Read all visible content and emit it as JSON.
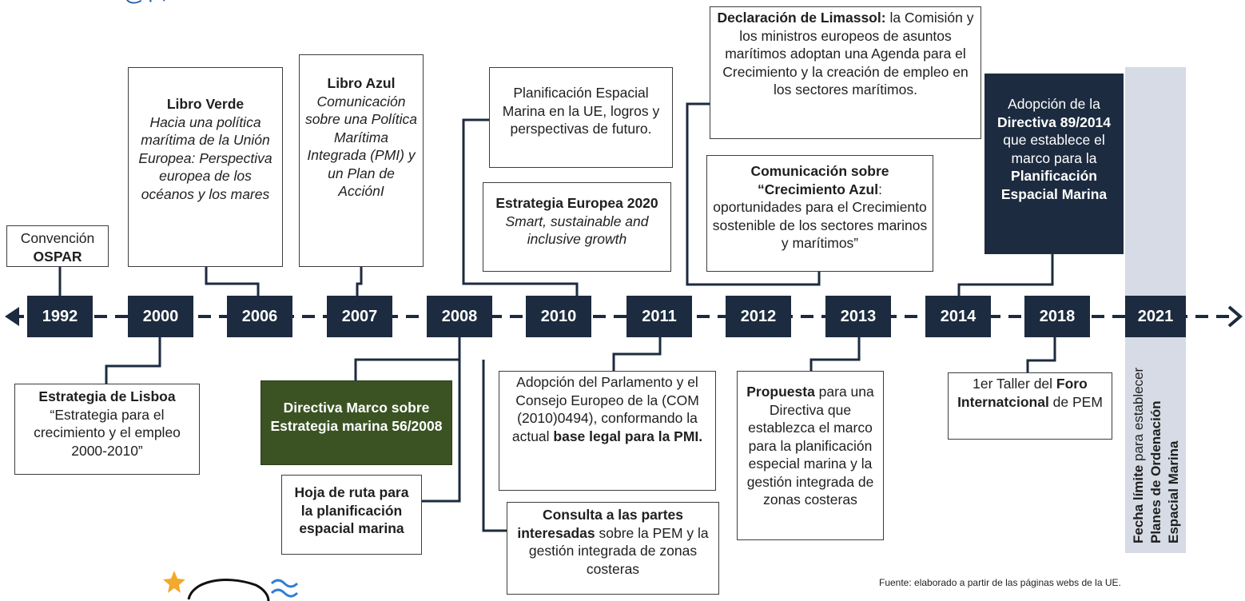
{
  "title": "en la Unión Europ",
  "years": [
    "1992",
    "2000",
    "2006",
    "2007",
    "2008",
    "2010",
    "2011",
    "2012",
    "2013",
    "2014",
    "2018",
    "2021"
  ],
  "above": {
    "ospar": {
      "line1": "Convención",
      "line2": "OSPAR"
    },
    "libro_verde": {
      "title": "Libro Verde",
      "body": "Hacia una política marítima de la Unión Europea: Perspectiva europea de los océanos y los mares"
    },
    "libro_azul": {
      "title": "Libro Azul",
      "body": "Comunicación sobre una Política Marítima Integrada (PMI) y un Plan de AcciónI"
    },
    "planificacion_ue": {
      "body": "Planificación Espacial Marina en la UE, logros y perspectivas de futuro."
    },
    "estrategia_2020": {
      "title": "Estrategia Europea 2020",
      "body": "Smart, sustainable and inclusive growth"
    },
    "limassol": {
      "title": "Declaración de Limassol:",
      "body": " la Comisión y los ministros europeos de asuntos marítimos adoptan una Agenda para el Crecimiento y la creación de empleo en los sectores marítimos."
    },
    "crecimiento_azul": {
      "title": "Comunicación sobre “Crecimiento Azul",
      "body": ": oportunidades para el Crecimiento sostenible de los sectores marinos y marítimos”"
    },
    "directiva_89": {
      "p1": "Adopción de la",
      "p2": "Directiva 89/2014",
      "p3": " que establece el marco para la",
      "p4": "Planificación Espacial Marina"
    }
  },
  "below": {
    "lisboa": {
      "title": "Estrategia de Lisboa",
      "body": "“Estrategia para el crecimiento y el empleo 2000-2010”"
    },
    "marco": {
      "title": "Directiva Marco sobre Estrategia marina 56/2008"
    },
    "hoja": {
      "title": "Hoja de ruta para la planificación espacial marina"
    },
    "adopcion": {
      "body1": "Adopción del Parlamento y el Consejo Europeo de la (COM (2010)0494), conformando la actual ",
      "bold": "base legal para la PMI."
    },
    "consulta": {
      "title": "Consulta a las partes interesadas",
      "body": " sobre la PEM y la gestión integrada de zonas costeras"
    },
    "propuesta": {
      "title": "Propuesta",
      "body": " para una Directiva que establezca el marco para la planificación especial marina y la gestión integrada de zonas costeras"
    },
    "taller": {
      "p1": "1er Taller del ",
      "p2": "Foro Internatcional",
      "p3": " de PEM"
    }
  },
  "deadline": {
    "p1": "Fecha límite",
    "p2": " para establecer",
    "p3": "Planes de Ordenación",
    "p4": "Espacial Marina"
  },
  "source": "Fuente: elaborado a partir de las páginas webs de la UE.",
  "colors": {
    "navy": "#1c2b3f",
    "green": "#3b5323",
    "accent": "#1e56a8",
    "band": "#d6dbe5"
  }
}
